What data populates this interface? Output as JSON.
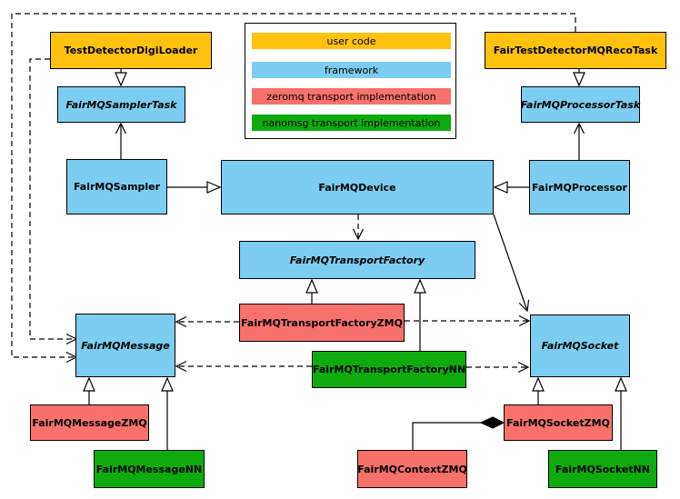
{
  "diagram": {
    "kind": "uml-class-diagram",
    "subject": "FairMQ framework classes and transport implementations"
  },
  "colors": {
    "user_code": "#FFC20E",
    "framework": "#7CCDF1",
    "zeromq_transport": "#F9716B",
    "nanomsg_transport": "#0DAB0D",
    "line": "#000000",
    "background": "#FFFFFF"
  },
  "legend": {
    "items": [
      {
        "label": "user code",
        "color": "#FFC20E"
      },
      {
        "label": "framework",
        "color": "#7CCDF1"
      },
      {
        "label": "zeromq transport implementation",
        "color": "#F9716B"
      },
      {
        "label": "nanomsg transport implementation",
        "color": "#0DAB0D"
      }
    ]
  },
  "nodes": {
    "testDetectorDigiLoader": {
      "label": "TestDetectorDigiLoader",
      "category": "user-code",
      "abstract": false
    },
    "fairTestDetectorMQRecoTask": {
      "label": "FairTestDetectorMQRecoTask",
      "category": "user-code",
      "abstract": false
    },
    "fairMQSamplerTask": {
      "label": "FairMQSamplerTask",
      "category": "framework",
      "abstract": true
    },
    "fairMQProcessorTask": {
      "label": "FairMQProcessorTask",
      "category": "framework",
      "abstract": true
    },
    "fairMQSampler": {
      "label": "FairMQSampler",
      "category": "framework",
      "abstract": false
    },
    "fairMQDevice": {
      "label": "FairMQDevice",
      "category": "framework",
      "abstract": false
    },
    "fairMQProcessor": {
      "label": "FairMQProcessor",
      "category": "framework",
      "abstract": false
    },
    "fairMQTransportFactory": {
      "label": "FairMQTransportFactory",
      "category": "framework",
      "abstract": true
    },
    "fairMQTransportFactoryZMQ": {
      "label": "FairMQTransportFactoryZMQ",
      "category": "zeromq",
      "abstract": false
    },
    "fairMQTransportFactoryNN": {
      "label": "FairMQTransportFactoryNN",
      "category": "nanomsg",
      "abstract": false
    },
    "fairMQMessage": {
      "label": "FairMQMessage",
      "category": "framework",
      "abstract": true
    },
    "fairMQSocket": {
      "label": "FairMQSocket",
      "category": "framework",
      "abstract": true
    },
    "fairMQMessageZMQ": {
      "label": "FairMQMessageZMQ",
      "category": "zeromq",
      "abstract": false
    },
    "fairMQMessageNN": {
      "label": "FairMQMessageNN",
      "category": "nanomsg",
      "abstract": false
    },
    "fairMQContextZMQ": {
      "label": "FairMQContextZMQ",
      "category": "zeromq",
      "abstract": false
    },
    "fairMQSocketZMQ": {
      "label": "FairMQSocketZMQ",
      "category": "zeromq",
      "abstract": false
    },
    "fairMQSocketNN": {
      "label": "FairMQSocketNN",
      "category": "nanomsg",
      "abstract": false
    }
  },
  "relations": [
    {
      "from": "TestDetectorDigiLoader",
      "to": "FairMQSamplerTask",
      "type": "generalization"
    },
    {
      "from": "FairTestDetectorMQRecoTask",
      "to": "FairMQProcessorTask",
      "type": "generalization"
    },
    {
      "from": "FairMQSampler",
      "to": "FairMQSamplerTask",
      "type": "arrow"
    },
    {
      "from": "FairMQProcessor",
      "to": "FairMQProcessorTask",
      "type": "arrow"
    },
    {
      "from": "FairMQSampler",
      "to": "FairMQDevice",
      "type": "generalization"
    },
    {
      "from": "FairMQProcessor",
      "to": "FairMQDevice",
      "type": "generalization"
    },
    {
      "from": "FairMQDevice",
      "to": "FairMQTransportFactory",
      "type": "dashed-arrow"
    },
    {
      "from": "FairMQDevice",
      "to": "FairMQSocket",
      "type": "arrow"
    },
    {
      "from": "FairMQTransportFactoryZMQ",
      "to": "FairMQTransportFactory",
      "type": "generalization"
    },
    {
      "from": "FairMQTransportFactoryNN",
      "to": "FairMQTransportFactory",
      "type": "generalization"
    },
    {
      "from": "FairMQTransportFactoryZMQ",
      "to": "FairMQMessage",
      "type": "dashed-arrow"
    },
    {
      "from": "FairMQTransportFactoryZMQ",
      "to": "FairMQSocket",
      "type": "dashed-arrow"
    },
    {
      "from": "FairMQTransportFactoryNN",
      "to": "FairMQMessage",
      "type": "dashed-arrow"
    },
    {
      "from": "FairMQTransportFactoryNN",
      "to": "FairMQSocket",
      "type": "dashed-arrow"
    },
    {
      "from": "FairMQMessageZMQ",
      "to": "FairMQMessage",
      "type": "generalization"
    },
    {
      "from": "FairMQMessageNN",
      "to": "FairMQMessage",
      "type": "generalization"
    },
    {
      "from": "FairMQSocketZMQ",
      "to": "FairMQSocket",
      "type": "generalization"
    },
    {
      "from": "FairMQSocketNN",
      "to": "FairMQSocket",
      "type": "generalization"
    },
    {
      "from": "FairMQContextZMQ",
      "to": "FairMQSocketZMQ",
      "type": "composition"
    },
    {
      "from": "TestDetectorDigiLoader",
      "to": "FairMQMessage",
      "type": "dashed-arrow"
    },
    {
      "from": "FairTestDetectorMQRecoTask",
      "to": "FairMQMessage",
      "type": "dashed-arrow"
    }
  ]
}
